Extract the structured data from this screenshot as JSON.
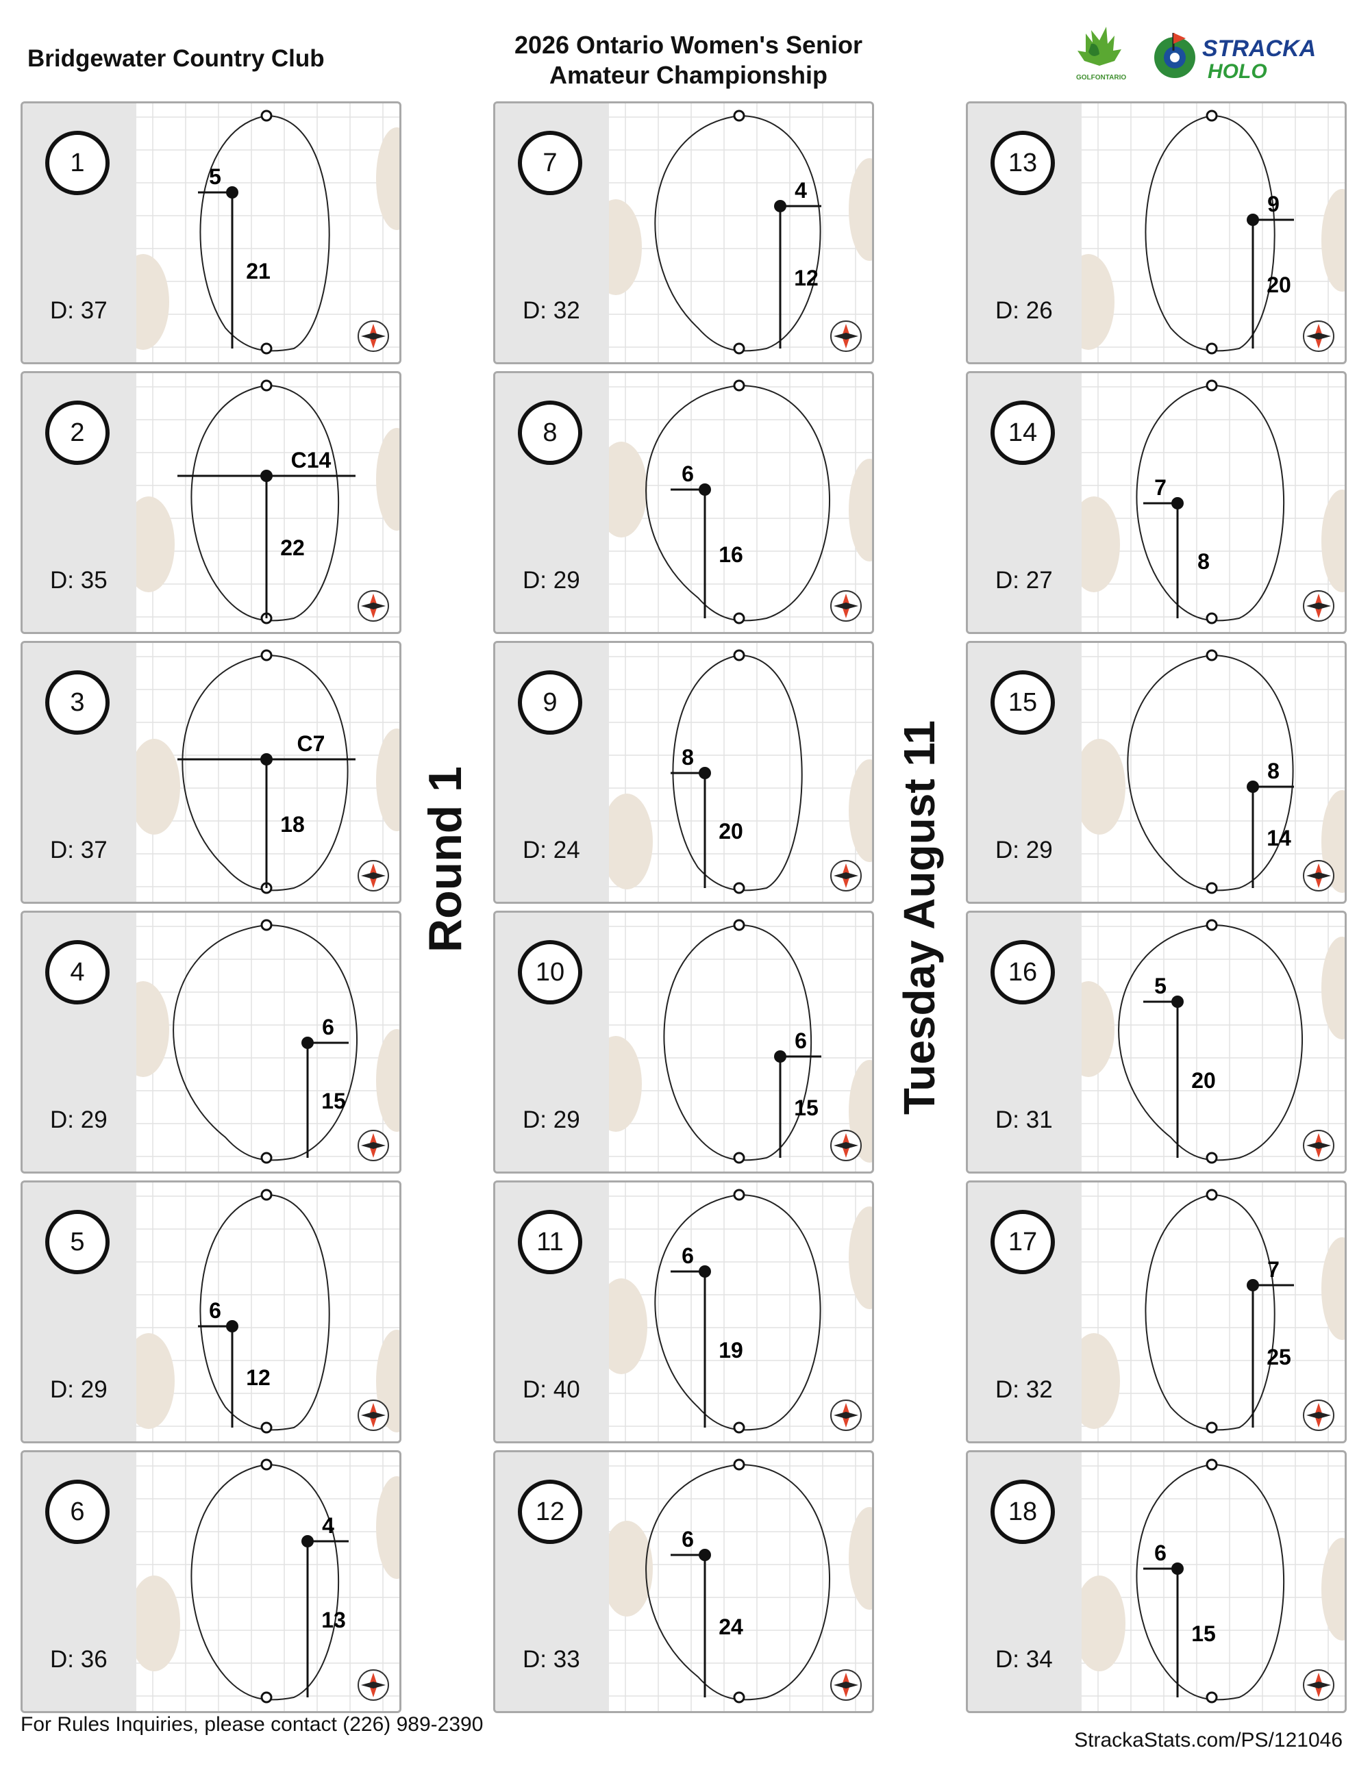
{
  "header": {
    "club": "Bridgewater Country Club",
    "title_line1": "2026 Ontario Women's Senior",
    "title_line2": "Amateur Championship",
    "round": "Round 1",
    "date": "Tuesday August 11"
  },
  "logos": {
    "golf_ontario": "GOLFONTARIO",
    "stracka_line1": "STRACKA",
    "stracka_line2": "HOLO"
  },
  "footer": {
    "contact": "For Rules Inquiries, please contact (226) 989-2390",
    "url": "StrackaStats.com/PS/121046"
  },
  "colors": {
    "sand": "#ece4d9",
    "grid": "#e2e2e2",
    "compass_red": "#e0442a",
    "panel": "#e6e6e6"
  },
  "holes": [
    {
      "num": "1",
      "depth": "D: 37",
      "side": "5",
      "from_front": "21",
      "pin": "left"
    },
    {
      "num": "2",
      "depth": "D: 35",
      "side": "C14",
      "from_front": "22",
      "pin": "center"
    },
    {
      "num": "3",
      "depth": "D: 37",
      "side": "C7",
      "from_front": "18",
      "pin": "center"
    },
    {
      "num": "4",
      "depth": "D: 29",
      "side": "6",
      "from_front": "15",
      "pin": "right"
    },
    {
      "num": "5",
      "depth": "D: 29",
      "side": "6",
      "from_front": "12",
      "pin": "left"
    },
    {
      "num": "6",
      "depth": "D: 36",
      "side": "4",
      "from_front": "13",
      "pin": "right"
    },
    {
      "num": "7",
      "depth": "D: 32",
      "side": "4",
      "from_front": "12",
      "pin": "right"
    },
    {
      "num": "8",
      "depth": "D: 29",
      "side": "6",
      "from_front": "16",
      "pin": "left"
    },
    {
      "num": "9",
      "depth": "D: 24",
      "side": "8",
      "from_front": "20",
      "pin": "left"
    },
    {
      "num": "10",
      "depth": "D: 29",
      "side": "6",
      "from_front": "15",
      "pin": "right"
    },
    {
      "num": "11",
      "depth": "D: 40",
      "side": "6",
      "from_front": "19",
      "pin": "left"
    },
    {
      "num": "12",
      "depth": "D: 33",
      "side": "6",
      "from_front": "24",
      "pin": "left"
    },
    {
      "num": "13",
      "depth": "D: 26",
      "side": "9",
      "from_front": "20",
      "pin": "right"
    },
    {
      "num": "14",
      "depth": "D: 27",
      "side": "7",
      "from_front": "8",
      "pin": "left"
    },
    {
      "num": "15",
      "depth": "D: 29",
      "side": "8",
      "from_front": "14",
      "pin": "right"
    },
    {
      "num": "16",
      "depth": "D: 31",
      "side": "5",
      "from_front": "20",
      "pin": "left"
    },
    {
      "num": "17",
      "depth": "D: 32",
      "side": "7",
      "from_front": "25",
      "pin": "right"
    },
    {
      "num": "18",
      "depth": "D: 34",
      "side": "6",
      "from_front": "15",
      "pin": "left"
    }
  ]
}
